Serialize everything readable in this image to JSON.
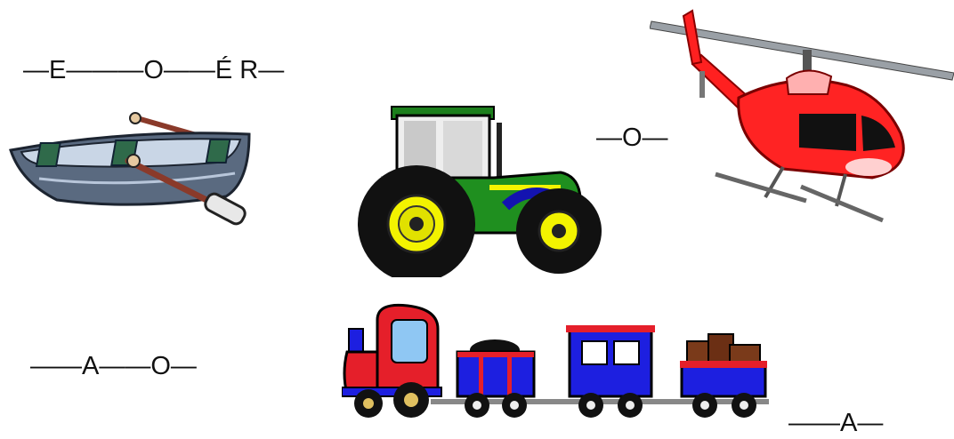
{
  "clues": {
    "boat": "—E———O——É R—",
    "helicopter": "—O—",
    "tractor": "——A——O—",
    "train": "——A—"
  },
  "images": {
    "boat": "rowboat-icon",
    "tractor": "tractor-icon",
    "helicopter": "helicopter-icon",
    "train": "train-icon"
  },
  "colors": {
    "boat_hull": "#4f5f76",
    "tractor_green": "#1f8f1f",
    "helicopter_red": "#ff1a1a",
    "train_red": "#e51f2a",
    "train_blue": "#1d1fe0"
  }
}
